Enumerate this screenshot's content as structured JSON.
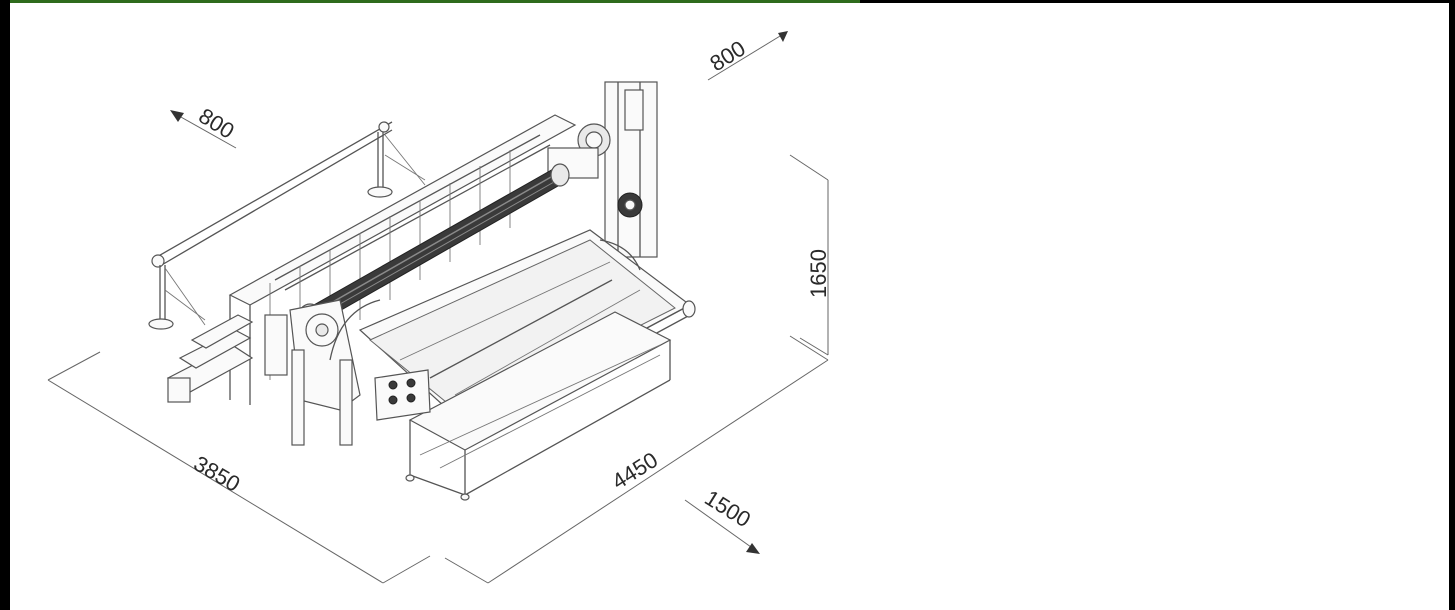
{
  "dimensions": {
    "top_left_clearance": "800",
    "top_right_clearance": "800",
    "height": "1650",
    "depth": "3850",
    "length": "4450",
    "front_clearance": "1500"
  },
  "colors": {
    "frame": "#000000",
    "frame_accent": "#2e6b1c",
    "line": "#555555"
  }
}
